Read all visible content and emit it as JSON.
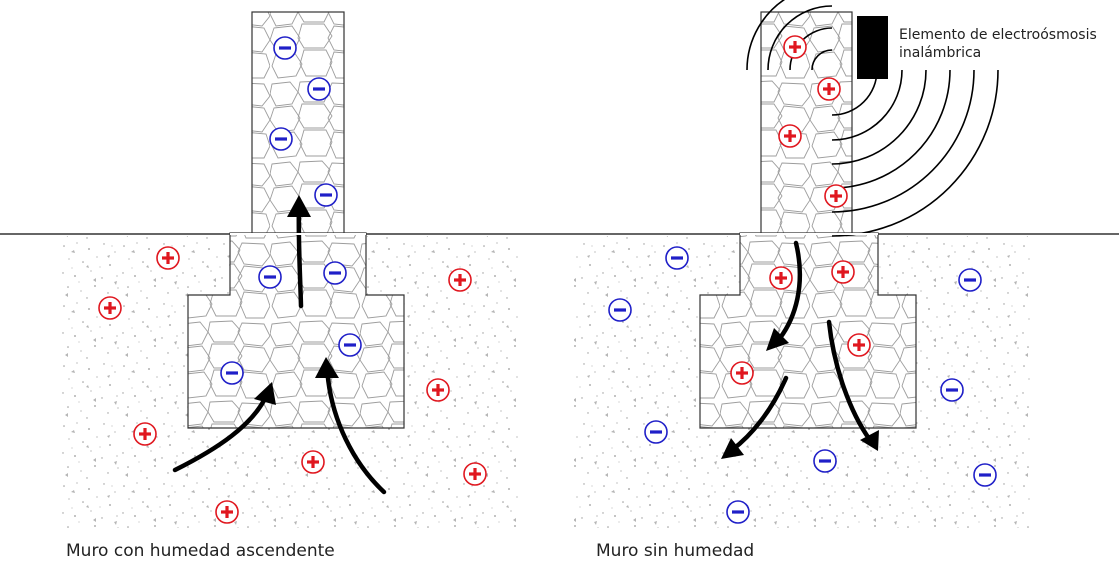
{
  "captions": {
    "left": "Muro con humedad ascendente",
    "right": "Muro sin humedad"
  },
  "device_label": {
    "line1": "Elemento de electroósmosis",
    "line2": "inalámbrica"
  },
  "ion_symbols": {
    "positive": "+",
    "negative": "−"
  },
  "colors": {
    "positive": "#e0171f",
    "negative": "#1f1fc8",
    "stroke": "#333333",
    "arrow": "#000000",
    "device": "#000000"
  }
}
